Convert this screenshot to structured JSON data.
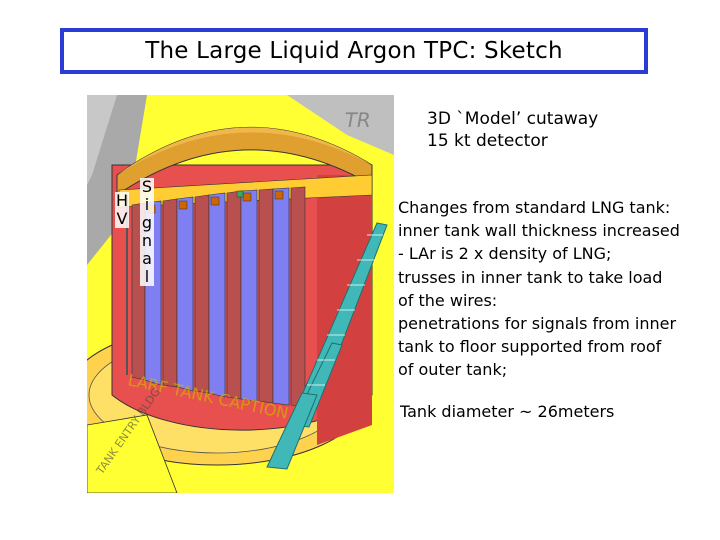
{
  "title": "The Large Liquid Argon TPC: Sketch",
  "model_caption": {
    "line1": "3D `Model’ cutaway",
    "line2": "15 kt detector"
  },
  "changes": {
    "heading": "Changes from standard LNG tank:",
    "lines": [
      "inner tank wall thickness increased",
      "- LAr is 2 x density of LNG;",
      "trusses in inner tank to take load",
      "of the wires:",
      "penetrations for signals from inner",
      "tank to floor supported from roof",
      "of outer tank;"
    ]
  },
  "diameter_note": "Tank diameter ~ 26meters",
  "sketch_labels": {
    "hv": [
      "H",
      "V"
    ],
    "signal": [
      "S",
      "i",
      "g",
      "n",
      "a",
      "l"
    ],
    "top_right": "TR",
    "floor": "LARF TANK CAPTION",
    "entry": "TANK ENTRY BLDG"
  },
  "colors": {
    "title_border": "#2a3bd6",
    "ground": "#ffff33",
    "dome": "#e0a030",
    "tank_wall": "#e85050",
    "panel_red": "#b85050",
    "panel_blue": "#7f7ff2",
    "stair": "#40b8b8"
  }
}
